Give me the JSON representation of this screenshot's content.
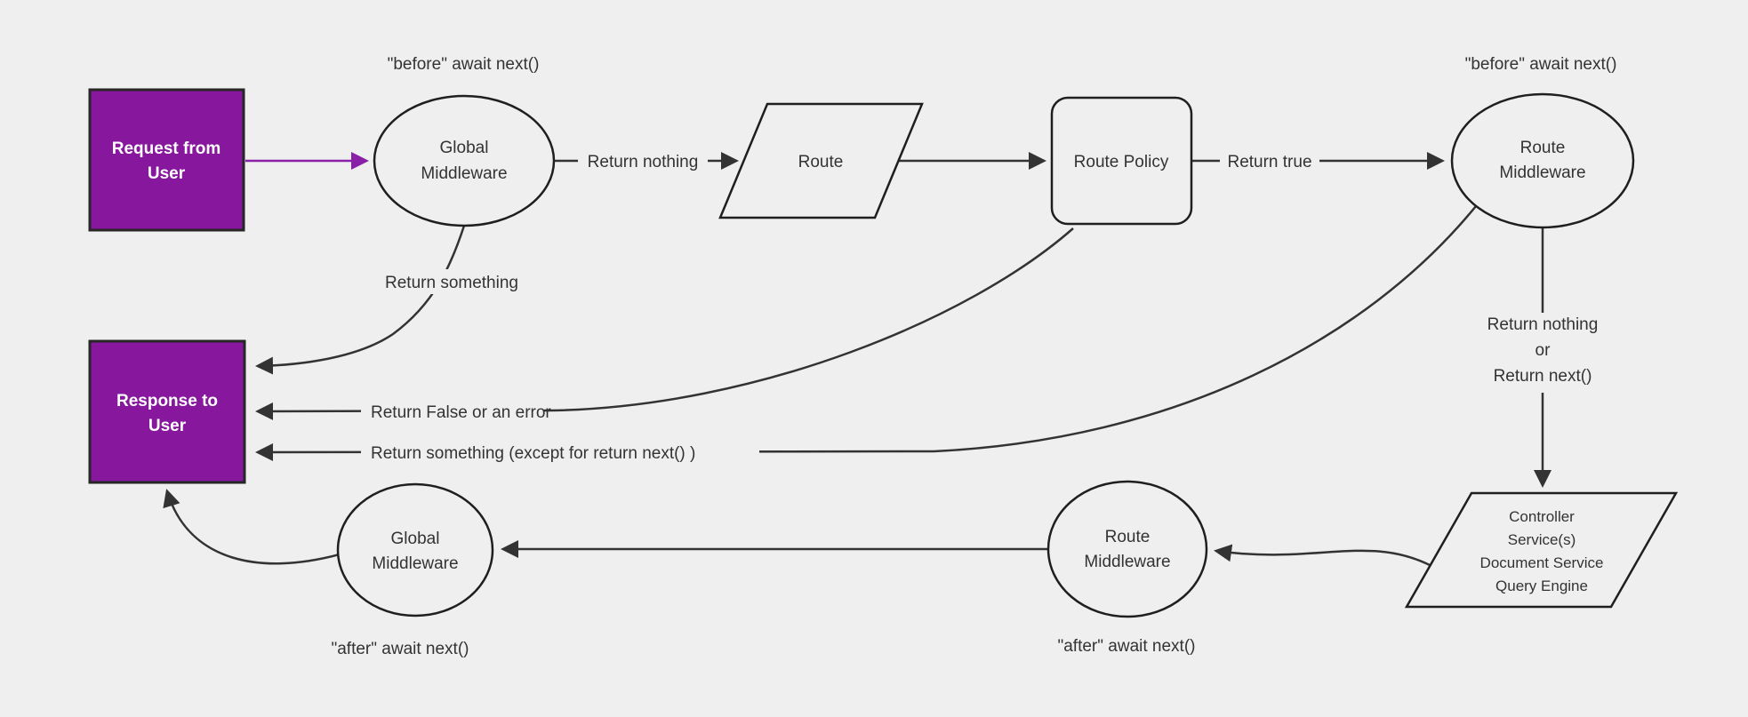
{
  "diagram": {
    "colors": {
      "bg": "#efefef",
      "node_stroke": "#1f1f1f",
      "edge": "#333333",
      "text": "#333333",
      "purple": "#87189d",
      "purple_arrow": "#8a1fa8",
      "node_border_dark": "#262626"
    }
  },
  "nodes": {
    "request": {
      "l1": "Request from",
      "l2": "User"
    },
    "global_mw_top": {
      "l1": "Global",
      "l2": "Middleware"
    },
    "route": {
      "label": "Route"
    },
    "route_policy": {
      "label": "Route Policy"
    },
    "route_mw_top": {
      "l1": "Route",
      "l2": "Middleware"
    },
    "controller": {
      "l1": "Controller",
      "l2": "Service(s)",
      "l3": "Document Service",
      "l4": "Query Engine"
    },
    "route_mw_bottom": {
      "l1": "Route",
      "l2": "Middleware"
    },
    "global_mw_bottom": {
      "l1": "Global",
      "l2": "Middleware"
    },
    "response": {
      "l1": "Response to",
      "l2": "User"
    }
  },
  "labels": {
    "before_await_left": "\"before\" await next()",
    "before_await_right": "\"before\" await next()",
    "after_await_left": "\"after\" await next()",
    "after_await_right": "\"after\" await next()",
    "return_nothing": "Return nothing",
    "return_true": "Return true",
    "return_something": "Return something",
    "return_false": "Return False or an error",
    "return_something_except": "Return something (except for return next() )",
    "return_nothing_or_l1": "Return nothing",
    "return_nothing_or_l2": "or",
    "return_nothing_or_l3": "Return next()"
  }
}
